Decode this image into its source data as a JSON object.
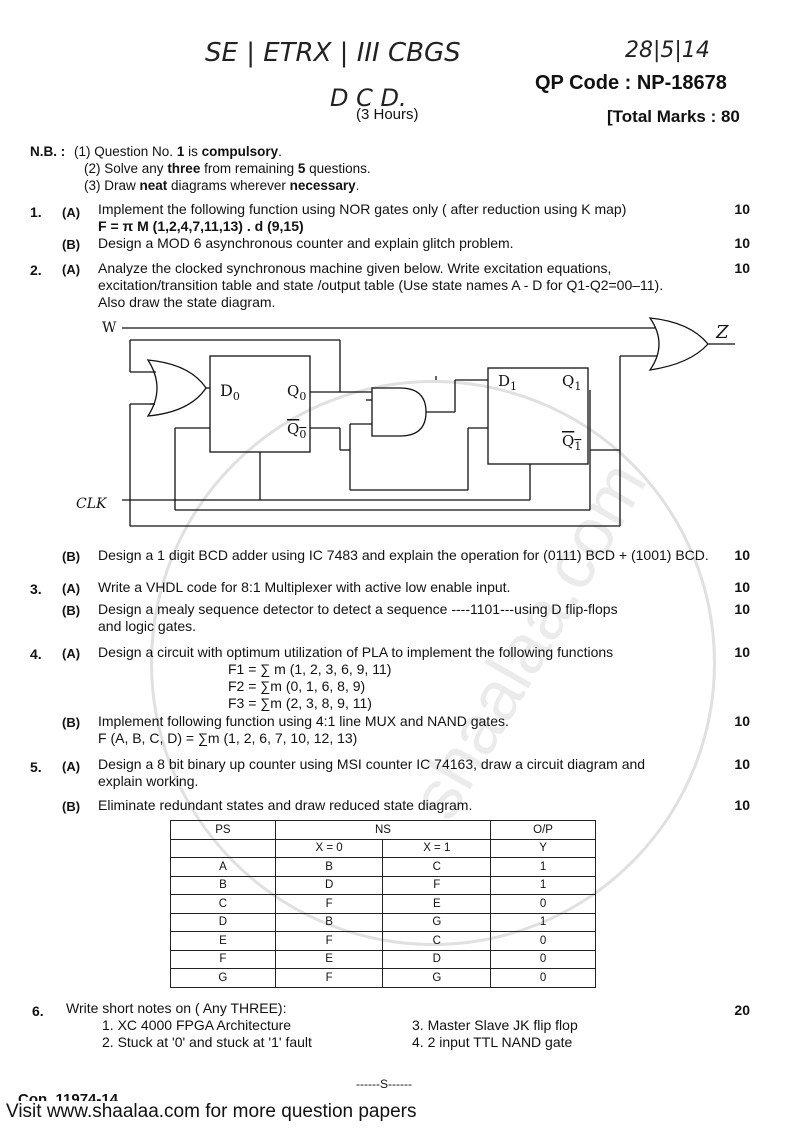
{
  "header": {
    "handwritten_title": "SE | ETRX | III CBGS",
    "handwritten_date": "28|5|14",
    "handwritten_subject": "D C D.",
    "duration": "(3 Hours)",
    "qp_code": "QP Code : NP-18678",
    "total_marks": "[Total Marks : 80"
  },
  "nb": {
    "label": "N.B. :",
    "items": [
      {
        "num": "(1)",
        "pre": "Question No. ",
        "bold": "1",
        "mid": " is ",
        "bold2": "compulsory",
        "post": "."
      },
      {
        "num": "(2)",
        "pre": "Solve any ",
        "bold": "three",
        "mid": " from remaining ",
        "bold2": "5",
        "post": " questions."
      },
      {
        "num": "(3)",
        "pre": "Draw ",
        "bold": "neat",
        "mid": " diagrams wherever ",
        "bold2": "necessary",
        "post": "."
      }
    ]
  },
  "q1": {
    "num": "1.",
    "a_label": "(A)",
    "a_line1": "Implement the following function using NOR gates only ( after reduction using K map)",
    "a_line2": "F = π M (1,2,4,7,11,13) . d (9,15)",
    "a_marks": "10",
    "b_label": "(B)",
    "b_text": "Design a MOD 6 asynchronous counter and explain glitch problem.",
    "b_marks": "10"
  },
  "q2": {
    "num": "2.",
    "a_label": "(A)",
    "a_line1": "Analyze the clocked synchronous machine given below. Write excitation  equations,",
    "a_line2": "excitation/transition table and state /output table (Use state names A - D for Q1-Q2=00–11).",
    "a_line3": "Also draw the state diagram.",
    "a_marks": "10",
    "circuit": {
      "w": "W",
      "clk": "CLK",
      "d0": "D",
      "d0_sub": "0",
      "q0": "Q",
      "q0_sub": "0",
      "q0bar": "Q",
      "q0bar_sub": "0",
      "d1": "D",
      "d1_sub": "1",
      "q1": "Q",
      "q1_sub": "1",
      "q1bar": "Q",
      "q1bar_sub": "1",
      "z": "Z"
    },
    "b_label": "(B)",
    "b_text": "Design a 1 digit BCD adder using IC 7483 and explain the operation for (0111) BCD + (1001) BCD.",
    "b_marks": "10"
  },
  "q3": {
    "num": "3.",
    "a_label": "(A)",
    "a_text": "Write a VHDL code for 8:1 Multiplexer with active low enable input.",
    "a_marks": "10",
    "b_label": "(B)",
    "b_line1": "Design a mealy sequence detector to detect a sequence ----1101---using D flip-flops",
    "b_line2": "and logic gates.",
    "b_marks": "10"
  },
  "q4": {
    "num": "4.",
    "a_label": "(A)",
    "a_line1": "Design a circuit with optimum utilization of PLA to implement the following functions",
    "f1": "F1 = ∑ m (1, 2, 3, 6, 9, 11)",
    "f2": "F2 = ∑m (0, 1, 6, 8, 9)",
    "f3": "F3 = ∑m (2, 3, 8, 9, 11)",
    "a_marks": "10",
    "b_label": "(B)",
    "b_line1": "Implement following function using 4:1 line MUX and NAND gates.",
    "b_line2": "F (A, B, C, D) = ∑m (1, 2, 6, 7, 10, 12, 13)",
    "b_marks": "10"
  },
  "q5": {
    "num": "5.",
    "a_label": "(A)",
    "a_line1": "Design a 8 bit binary up counter using MSI counter IC 74163, draw a circuit diagram and",
    "a_line2": "explain working.",
    "a_marks": "10",
    "b_label": "(B)",
    "b_text": "Eliminate redundant states and draw reduced state diagram.",
    "b_marks": "10",
    "table": {
      "h_ps": "PS",
      "h_ns": "NS",
      "h_op": "O/P",
      "h_x0": "X = 0",
      "h_x1": "X = 1",
      "h_y": "Y",
      "rows": [
        [
          "A",
          "B",
          "C",
          "1"
        ],
        [
          "B",
          "D",
          "F",
          "1"
        ],
        [
          "C",
          "F",
          "E",
          "0"
        ],
        [
          "D",
          "B",
          "G",
          "1"
        ],
        [
          "E",
          "F",
          "C",
          "0"
        ],
        [
          "F",
          "E",
          "D",
          "0"
        ],
        [
          "G",
          "F",
          "G",
          "0"
        ]
      ]
    }
  },
  "q6": {
    "num": "6.",
    "text": "Write short notes on ( Any THREE):",
    "marks": "20",
    "items": [
      "1.  XC 4000 FPGA Architecture",
      "2.  Stuck at '0' and stuck at '1' fault",
      "3.  Master Slave JK flip flop",
      "4.  2 input TTL NAND gate"
    ]
  },
  "footer": {
    "end": "------S------",
    "con": "Con. 11974-14.",
    "visit": "Visit www.shaalaa.com for more question papers"
  },
  "watermark": "shaalaa.com"
}
